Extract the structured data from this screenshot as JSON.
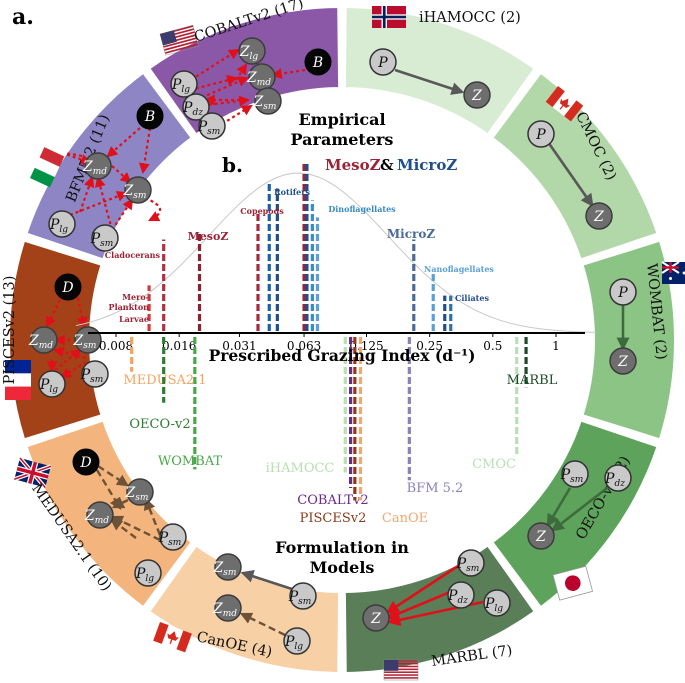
{
  "panel_labels": {
    "a": "a.",
    "b": "b."
  },
  "center": {
    "empirical_title_line1": "Empirical",
    "empirical_title_line2": "Parameters",
    "formulation_title_line1": "Formulation in",
    "formulation_title_line2": "Models",
    "axis_label": "Prescribed Grazing Index (d⁻¹)",
    "legend_meso": "MesoZ",
    "legend_amp": "&",
    "legend_micro": "MicroZ"
  },
  "colors": {
    "meso": "#9b2335",
    "micro": "#1f4e8c",
    "red_arrow": "#e0101a",
    "gray_arrow": "#585858",
    "brown_arrow": "#7a5a40"
  },
  "chart_data": {
    "type": "bar",
    "x_scale": "log2",
    "ticks": [
      {
        "label": "0.008",
        "value": 0.008
      },
      {
        "label": "0.016",
        "value": 0.016
      },
      {
        "label": "0.031",
        "value": 0.031
      },
      {
        "label": "0.063",
        "value": 0.063
      },
      {
        "label": "0.125",
        "value": 0.125
      },
      {
        "label": "0.25",
        "value": 0.25
      },
      {
        "label": "0.5",
        "value": 0.5
      },
      {
        "label": "1",
        "value": 1
      }
    ],
    "empirical": [
      {
        "group": "Mero-Plankton Larvae",
        "type": "meso",
        "value": 0.0115,
        "height": 0.28
      },
      {
        "group": "Cladocerans",
        "type": "meso",
        "value": 0.0135,
        "height": 0.55
      },
      {
        "group": "MesoZ",
        "type": "meso",
        "value": 0.02,
        "height": 0.6
      },
      {
        "group": "Copepods",
        "type": "meso",
        "value": 0.038,
        "height": 0.7
      },
      {
        "group": "Rotifers",
        "type": "micro",
        "value": 0.043,
        "height": 0.88
      },
      {
        "group": "Rotifers",
        "type": "micro",
        "value": 0.047,
        "height": 0.85
      },
      {
        "group": "MesoZ & MicroZ",
        "type": "meso",
        "value": 0.063,
        "height": 1.0
      },
      {
        "group": "MesoZ & MicroZ",
        "type": "micro",
        "value": 0.065,
        "height": 1.0
      },
      {
        "group": "Dinoflagellates",
        "type": "micro",
        "value": 0.069,
        "height": 0.78
      },
      {
        "group": "Dinoflagellates",
        "type": "micro",
        "value": 0.073,
        "height": 0.68
      },
      {
        "group": "MicroZ",
        "type": "micro",
        "value": 0.21,
        "height": 0.55
      },
      {
        "group": "Nanoflagellates",
        "type": "micro",
        "value": 0.26,
        "height": 0.35
      },
      {
        "group": "Ciliates",
        "type": "micro",
        "value": 0.295,
        "height": 0.22
      },
      {
        "group": "Ciliates",
        "type": "micro",
        "value": 0.315,
        "height": 0.22
      }
    ],
    "empirical_labels": [
      {
        "text": "Mero-",
        "color": "#9b2335"
      },
      {
        "text": "Plankton",
        "color": "#9b2335"
      },
      {
        "text": "Larvae",
        "color": "#9b2335"
      },
      {
        "text": "Cladocerans",
        "color": "#9b2335"
      },
      {
        "text": "MesoZ",
        "color": "#9b2335"
      },
      {
        "text": "Copepods",
        "color": "#9b2335"
      },
      {
        "text": "Rotifers",
        "color": "#1f4e8c"
      },
      {
        "text": "Dinoflagellates",
        "color": "#3a8ac4"
      },
      {
        "text": "MicroZ",
        "color": "#4a6a9a"
      },
      {
        "text": "Nanoflagellates",
        "color": "#5aa0d8"
      },
      {
        "text": "Ciliates",
        "color": "#1f4e8c"
      }
    ],
    "models": [
      {
        "name": "MEDUSA2.1",
        "value": 0.0095,
        "color": "#f4a460",
        "depth": 0.25
      },
      {
        "name": "OECO-v2",
        "value": 0.0135,
        "color": "#2e7d32",
        "depth": 0.45
      },
      {
        "name": "WOMBAT",
        "value": 0.019,
        "color": "#4aa84a",
        "depth": 0.88
      },
      {
        "name": "iHAMOCC",
        "value": 0.099,
        "color": "#b8e0b0",
        "depth": 0.9
      },
      {
        "name": "COBALTv2",
        "value": 0.105,
        "color": "#6a2a8a",
        "depth": 1.0
      },
      {
        "name": "PISCESv2",
        "value": 0.11,
        "color": "#8b3a1a",
        "depth": 1.08
      },
      {
        "name": "CanOE",
        "value": 0.117,
        "color": "#f0a870",
        "depth": 1.08
      },
      {
        "name": "BFM 5.2",
        "value": 0.2,
        "color": "#8a80c0",
        "depth": 0.95
      },
      {
        "name": "CMOC",
        "value": 0.65,
        "color": "#b9dfb4",
        "depth": 0.8
      },
      {
        "name": "MARBL",
        "value": 0.72,
        "color": "#1e4a2a",
        "depth": 0.35
      }
    ]
  },
  "ring_segments": [
    {
      "id": "ihamocc",
      "label": "iHAMOCC (2)",
      "color": "#d8ecd3",
      "flag": "norway"
    },
    {
      "id": "cmoc",
      "label": "CMOC (2)",
      "color": "#b2d7a8",
      "flag": "canada"
    },
    {
      "id": "wombat",
      "label": "WOMBAT (2)",
      "color": "#8cc486",
      "flag": "australia"
    },
    {
      "id": "oeco",
      "label": "OECO-v2 (2)",
      "color": "#5ea35c",
      "flag": "japan"
    },
    {
      "id": "marbl",
      "label": "MARBL (7)",
      "color": "#5a7e58",
      "flag": "usa"
    },
    {
      "id": "canoe",
      "label": "CanOE (4)",
      "color": "#f7d0a6",
      "flag": "canada"
    },
    {
      "id": "medusa",
      "label": "MEDUSA2.1 (10)",
      "color": "#f3b57d",
      "flag": "uk"
    },
    {
      "id": "pisces",
      "label": "PISCESv2 (13)",
      "color": "#a34118",
      "flag": "france"
    },
    {
      "id": "bfm",
      "label": "BFM5.2 (11)",
      "color": "#8e86c4",
      "flag": "italy"
    },
    {
      "id": "cobalt",
      "label": "COBALTv2 (17)",
      "color": "#8b58a8",
      "flag": "usa"
    }
  ],
  "node_labels": {
    "P": "P",
    "Z": "Z",
    "D": "D",
    "B": "B",
    "sub_lg": "lg",
    "sub_sm": "sm",
    "sub_md": "md",
    "sub_dz": "dz"
  }
}
